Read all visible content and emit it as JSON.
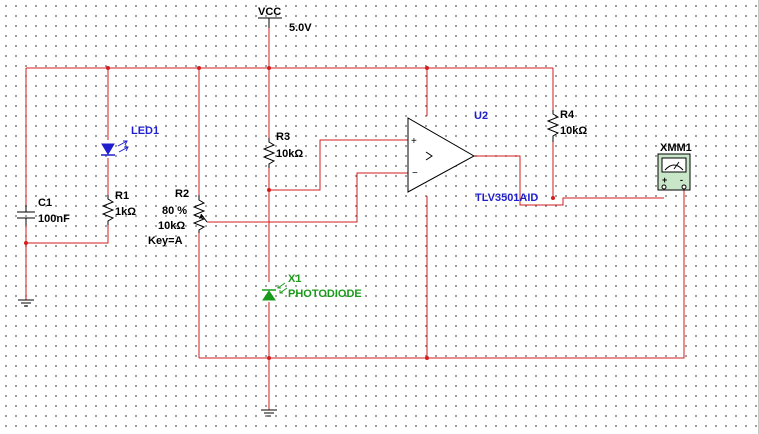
{
  "vcc": {
    "name": "VCC",
    "voltage": "5.0V"
  },
  "c1": {
    "ref": "C1",
    "value": "100nF"
  },
  "led1": {
    "ref": "LED1"
  },
  "r1": {
    "ref": "R1",
    "value": "1kΩ"
  },
  "r2": {
    "ref": "R2",
    "setting": "80 %",
    "value": "10kΩ",
    "key": "Key=A"
  },
  "r3": {
    "ref": "R3",
    "value": "10kΩ"
  },
  "r4": {
    "ref": "R4",
    "value": "10kΩ"
  },
  "u2": {
    "ref": "U2",
    "part": "TLV3501AID"
  },
  "x1": {
    "ref": "X1",
    "part": "PHOTODIODE"
  },
  "xmm1": {
    "ref": "XMM1"
  },
  "colors": {
    "wire": "#d21e1e",
    "component": "#000000",
    "reference_label": "#1f1fd0",
    "photodiode": "#1a9a1a",
    "led": "#1f1fd0",
    "multimeter_body": "#c8e6c8"
  }
}
